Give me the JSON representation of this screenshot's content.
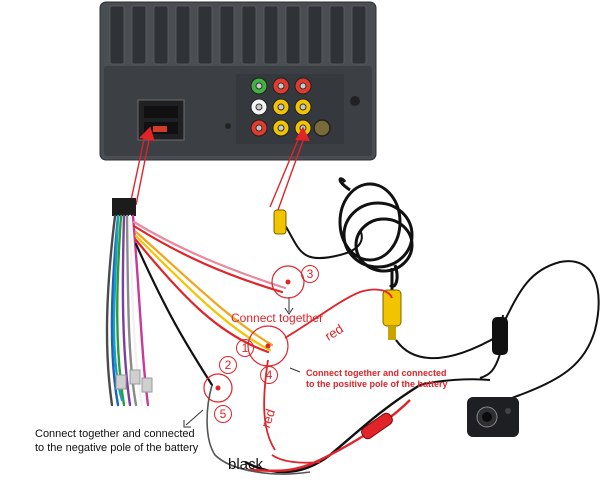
{
  "labels": {
    "connect_together": "Connect together",
    "red_1": "red",
    "red_2": "red",
    "positive_line1": "Connect together and connected",
    "positive_line2": "to the positive pole of the battery",
    "negative_line1": "Connect together and connected",
    "negative_line2": "to the negative pole of the battery",
    "black": "black"
  },
  "markers": {
    "m1": "1",
    "m2": "2",
    "m3": "3",
    "m4": "4",
    "m5": "5"
  },
  "rca_colors": {
    "row1": [
      "#3fb23f",
      "#e23a2c",
      "#e23a2c"
    ],
    "row2": [
      "#f4f4f4",
      "#f2c400",
      "#f2c400"
    ],
    "row3": [
      "#e23a2c",
      "#f2c400",
      "#f2c400"
    ]
  },
  "colors": {
    "wire_red": "#e0242a",
    "wire_black": "#111111",
    "connector_yellow": "#f2c400",
    "radio_body": "#4a4d52"
  }
}
